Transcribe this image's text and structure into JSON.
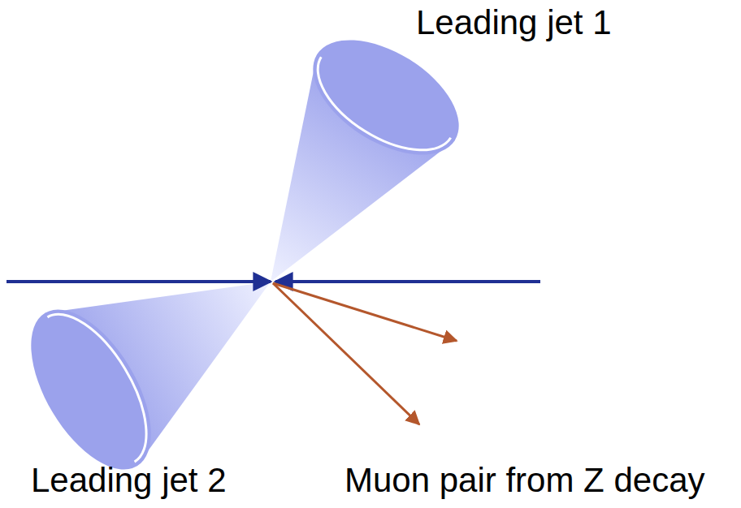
{
  "diagram": {
    "labels": [
      "Leading jet 1",
      "Leading jet 2",
      "Muon pair from Z decay"
    ]
  }
}
